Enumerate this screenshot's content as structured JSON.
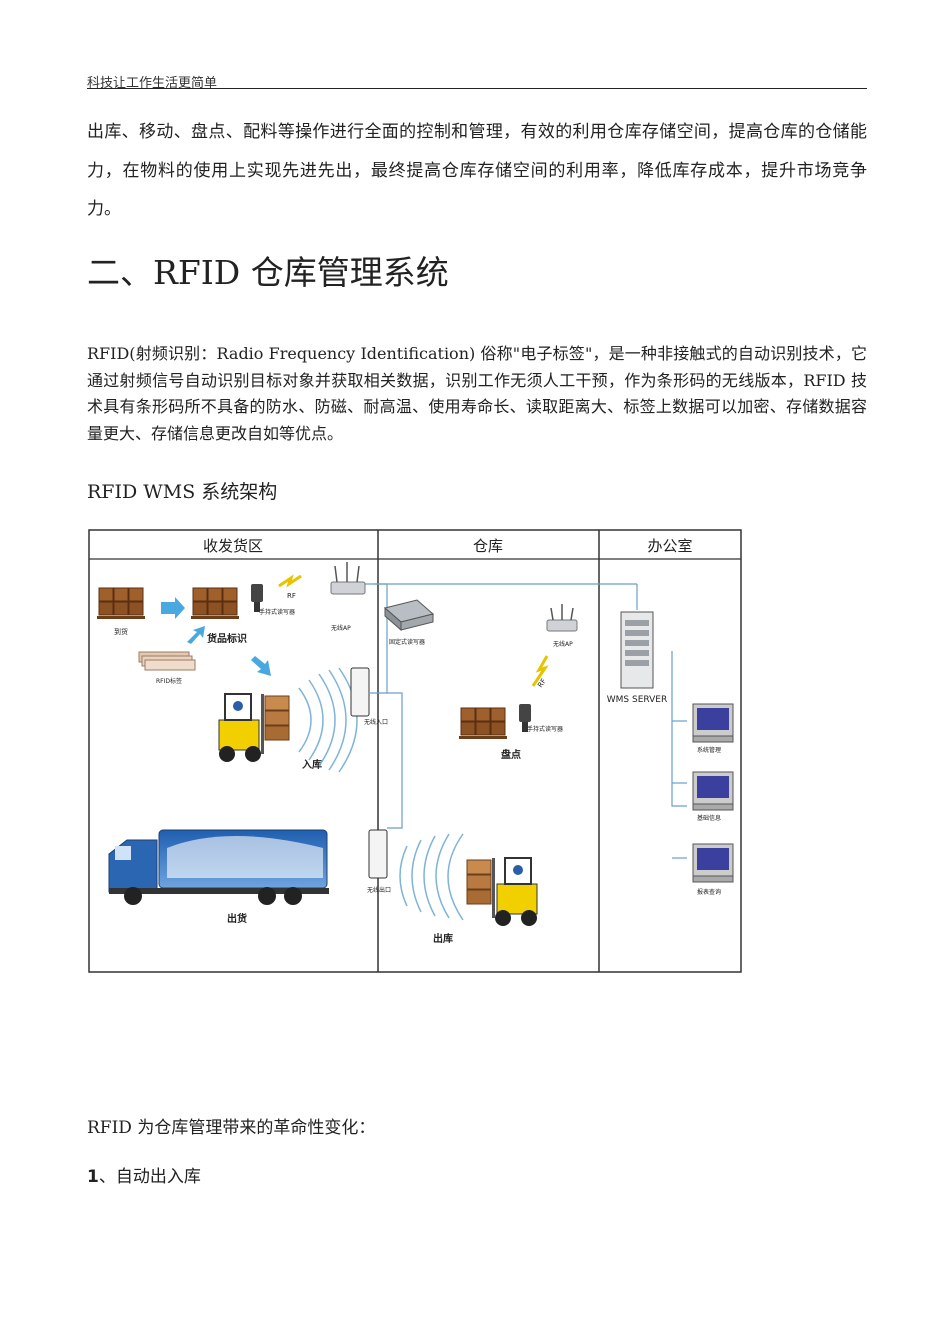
{
  "header": {
    "text": "科技让工作生活更简单"
  },
  "intro_paragraph": "出库、移动、盘点、配料等操作进行全面的控制和管理，有效的利用仓库存储空间，提高仓库的仓储能力，在物料的使用上实现先进先出，最终提高仓库存储空间的利用率，降低库存成本，提升市场竞争力。",
  "section_heading": "二、RFID 仓库管理系统",
  "rfid_paragraph": "RFID(射频识别：Radio Frequency Identification) 俗称\"电子标签\"，是一种非接触式的自动识别技术，它通过射频信号自动识别目标对象并获取相关数据，识别工作无须人工干预，作为条形码的无线版本，RFID 技术具有条形码所不具备的防水、防磁、耐高温、使用寿命长、读取距离大、标签上数据可以加密、存储数据容量更大、存储信息更改自如等优点。",
  "architecture_title": "RFID WMS 系统架构",
  "diagram": {
    "zones": [
      "收发货区",
      "仓库",
      "办公室"
    ],
    "labels": {
      "arrival": "到货",
      "goods_tagging": "货品标识",
      "rfid_tag": "RFID标签",
      "handheld_reader_1": "手持式读写器",
      "rf_1": "RF",
      "wireless_ap_1": "无线AP",
      "inbound": "入库",
      "wireless_entrance": "无线入口",
      "fixed_reader": "固定式读写器",
      "wireless_ap_2": "无线AP",
      "rf_2": "RF",
      "handheld_reader_2": "手持式读写器",
      "inventory": "盘点",
      "wms_server": "WMS SERVER",
      "system_management": "系统管理",
      "basic_info": "基础信息",
      "report_query": "报表查询",
      "shipping": "出货",
      "wireless_exit": "无线出口",
      "outbound": "出库"
    }
  },
  "revolution_line": "RFID 为仓库管理带来的革命性变化：",
  "item_1": {
    "number": "1",
    "text": "、自动出入库"
  }
}
